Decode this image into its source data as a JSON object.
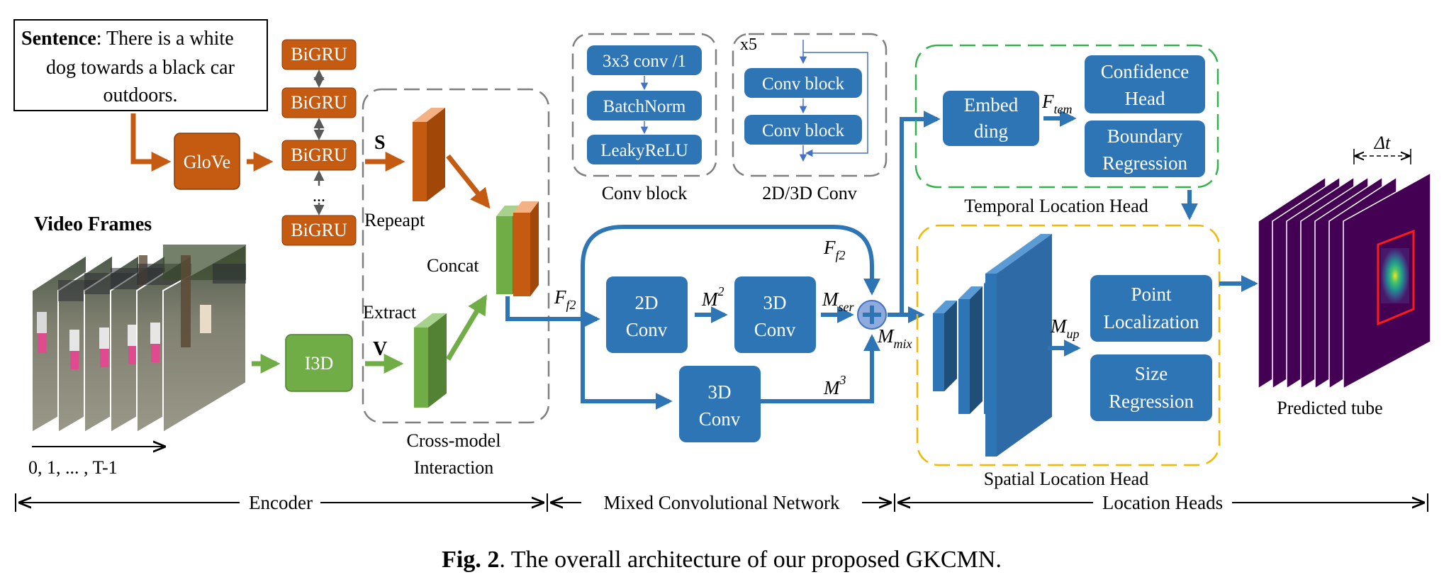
{
  "sentence": {
    "prefix": "Sentence",
    "line1": ": There is a white",
    "line2": "dog towards a black car",
    "line3": "outdoors."
  },
  "encoder": {
    "glove": "GloVe",
    "bigru": [
      "BiGRU",
      "BiGRU",
      "BiGRU",
      "BiGRU"
    ],
    "ellipsis": "...",
    "s_label": "S",
    "v_label": "V",
    "repeat": "Repeapt",
    "extract": "Extract",
    "concat": "Concat",
    "i3d": "I3D",
    "video_frames": "Video Frames",
    "frame_axis": "0, 1,      ...    , T-1",
    "cross_model_line1": "Cross-model",
    "cross_model_line2": "Interaction"
  },
  "conv_block": {
    "layers": [
      "3x3 conv /1",
      "BatchNorm",
      "LeakyReLU"
    ],
    "caption": "Conv block"
  },
  "conv23d": {
    "repeat": "x5",
    "blocks": [
      "Conv block",
      "Conv block"
    ],
    "caption": "2D/3D Conv"
  },
  "mcn": {
    "ff2_top": "F",
    "ff2_sub": "f2",
    "conv2d": [
      "2D",
      "Conv"
    ],
    "conv3d_a": [
      "3D",
      "Conv"
    ],
    "conv3d_b": [
      "3D",
      "Conv"
    ],
    "m2": "M",
    "m2_sup": "2",
    "m3": "M",
    "m3_sup": "3",
    "mser": "M",
    "mser_sub": "ser",
    "mmix": "M",
    "mmix_sub": "mix"
  },
  "temporal": {
    "embed": [
      "Embed",
      "ding"
    ],
    "ftem": "F",
    "ftem_sub": "tem",
    "confidence": [
      "Confidence",
      "Head"
    ],
    "boundary": [
      "Boundary",
      "Regression"
    ],
    "caption": "Temporal Location Head"
  },
  "spatial": {
    "mup": "M",
    "mup_sub": "up",
    "point": [
      "Point",
      "Localization"
    ],
    "size": [
      "Size",
      "Regression"
    ],
    "caption": "Spatial Location Head"
  },
  "output": {
    "delta_t": "Δt",
    "caption": "Predicted tube"
  },
  "sections": {
    "encoder": "Encoder",
    "mcn": "Mixed Convolutional Network",
    "heads": "Location Heads"
  },
  "figure_caption": {
    "prefix": "Fig. 2",
    "text": ". The overall architecture of our proposed GKCMN."
  },
  "colors": {
    "blue": "#2e75b6",
    "orange": "#c55a11",
    "green": "#70ad47",
    "green_dash": "#33b24b",
    "yellow_dash": "#f5b800",
    "gray_dash": "#7f7f7f"
  }
}
